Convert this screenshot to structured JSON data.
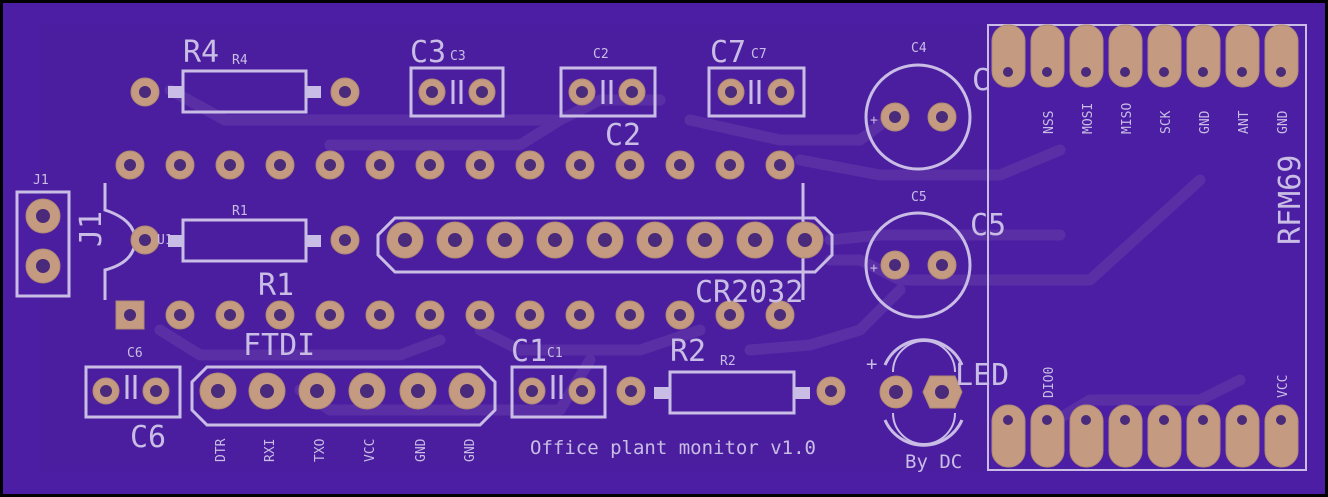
{
  "board": {
    "colors": {
      "outer": "#000000",
      "board": "#4b1ea3",
      "inner": "#4a1e9e",
      "trace": "#5a2fa6",
      "silk": "#c9bde6",
      "pad": "#c49a80"
    },
    "title": "Office plant monitor v1.0",
    "author": "By DC"
  },
  "labels": {
    "r4_big": "R4",
    "r4_small": "R4",
    "c3_big": "C3",
    "c3_small": "C3",
    "c2_small": "C2",
    "c2_big": "C2",
    "c7_big": "C7",
    "c7_small": "C7",
    "c4_small": "C4",
    "c5_small": "C5",
    "c5_big": "C5",
    "j1_small": "J1",
    "j1_big": "J1",
    "r1_small": "R1",
    "r1_big": "R1",
    "u1_small": "U1",
    "cr2032": "CR2032",
    "ftdi": "FTDI",
    "c6_small": "C6",
    "c6_big": "C6",
    "c1_big": "C1",
    "c1_small": "C1",
    "r2_big": "R2",
    "r2_small": "R2",
    "led": "LED",
    "led_plus": "+",
    "rfm69": "RFM69",
    "rfm_c": "C"
  },
  "ftdi_pins": [
    "DTR",
    "RXI",
    "TXO",
    "VCC",
    "GND",
    "GND"
  ],
  "rfm_top_pins": [
    "NSS",
    "MOSI",
    "MISO",
    "SCK",
    "GND",
    "ANT",
    "GND"
  ],
  "rfm_bottom_pins": [
    "DIO0",
    "VCC"
  ]
}
